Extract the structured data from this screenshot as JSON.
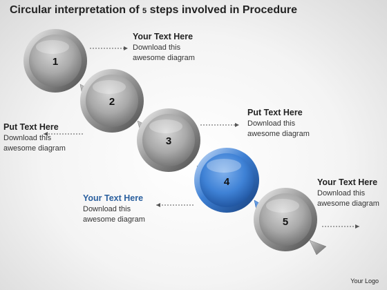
{
  "title": {
    "pre": "Circular interpretation of ",
    "num": "5",
    "post": " steps involved in Procedure"
  },
  "steps": [
    {
      "label": "1",
      "color": "gray"
    },
    {
      "label": "2",
      "color": "gray"
    },
    {
      "label": "3",
      "color": "gray"
    },
    {
      "label": "4",
      "color": "blue"
    },
    {
      "label": "5",
      "color": "gray"
    }
  ],
  "text_blocks": [
    {
      "heading": "Your Text Here",
      "line1": "Download this",
      "line2": "awesome diagram"
    },
    {
      "heading": "Put Text Here",
      "line1": "Download this",
      "line2": "awesome diagram"
    },
    {
      "heading": "Put Text Here",
      "line1": "Download this",
      "line2": "awesome diagram"
    },
    {
      "heading": "Your Text Here",
      "line1": "Download this",
      "line2": "awesome diagram"
    },
    {
      "heading": "Your Text Here",
      "line1": "Download this",
      "line2": "awesome diagram"
    }
  ],
  "logo": "Your Logo",
  "colors": {
    "gray": "#8a8a8a",
    "blue": "#2e6fc4",
    "heading_blue": "#2a5f9e"
  }
}
